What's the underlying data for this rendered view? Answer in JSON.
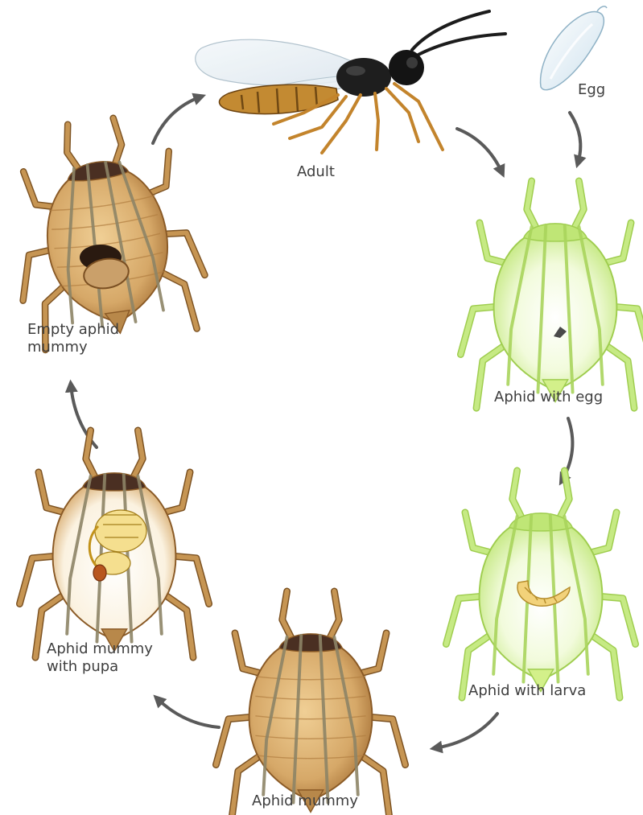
{
  "stages": {
    "egg": "Egg",
    "adult": "Adult",
    "aphid_with_egg": "Aphid with egg",
    "aphid_with_larva": "Aphid with larva",
    "aphid_mummy": "Aphid mummy",
    "aphid_mummy_with_pupa": "Aphid mummy\nwith pupa",
    "empty_aphid_mummy": "Empty aphid\nmummy"
  },
  "colors": {
    "arrow": "#5a5a5a",
    "label": "#3e3e3e",
    "mummy_body": "#d6a868",
    "mummy_outline": "#9a6b33",
    "mummy_head": "#4a2f22",
    "live_aphid": "#d3f08a",
    "live_aphid_outline": "#9fcd4f",
    "wasp_body": "#1e1e1e",
    "wasp_abdomen": "#c38a32",
    "larva": "#f2d27a",
    "egg": "#e8f2f8"
  }
}
